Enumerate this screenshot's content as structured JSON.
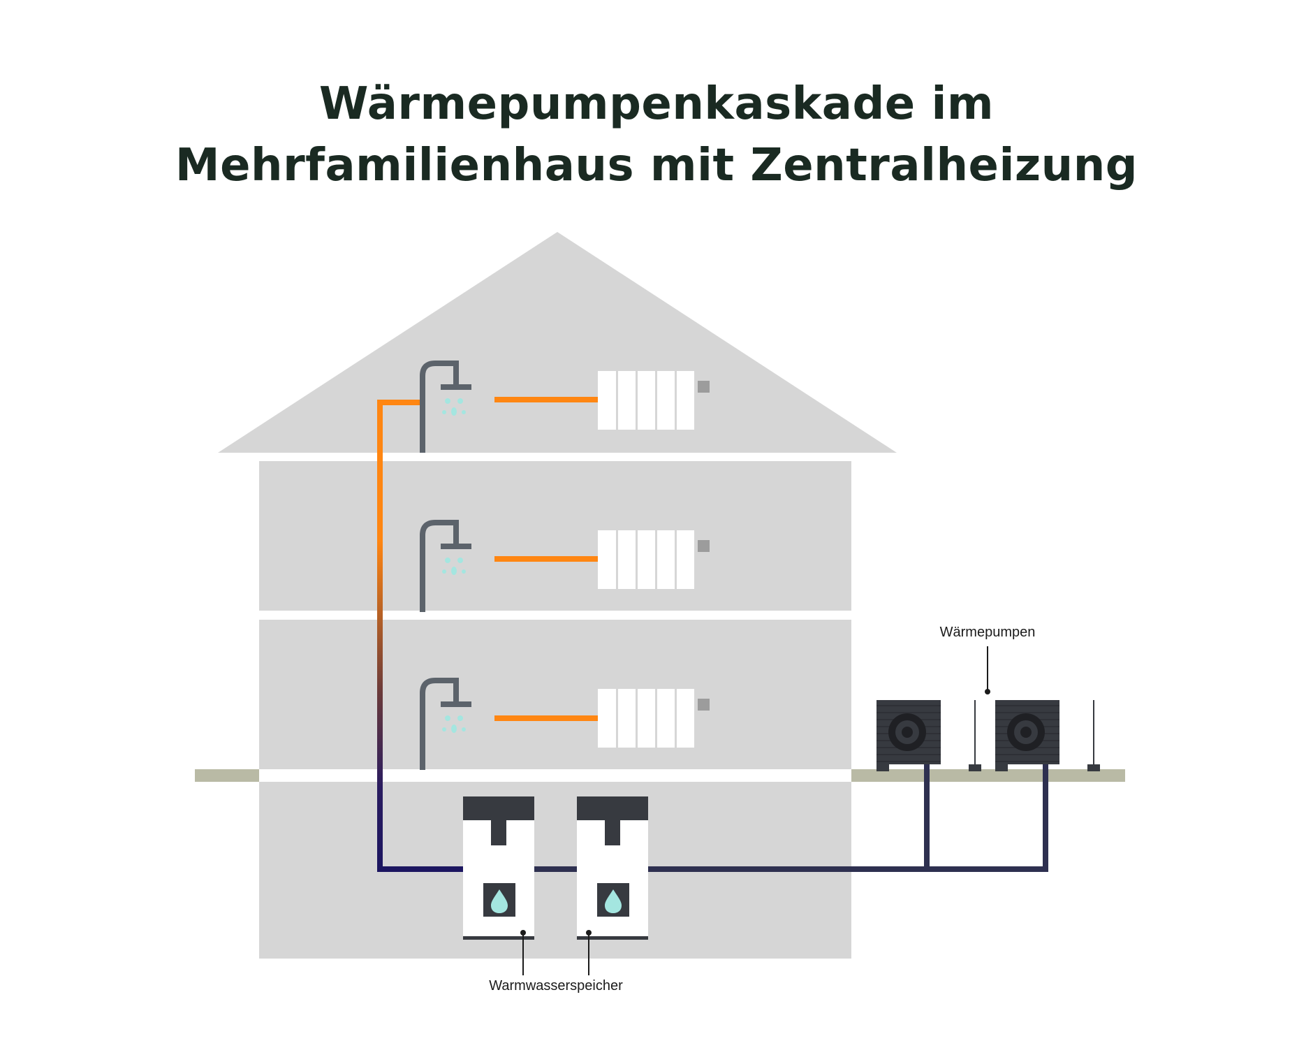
{
  "title": {
    "line1": "Wärmepumpenkaskade im",
    "line2": "Mehrfamilienhaus mit Zentralheizung"
  },
  "labels": {
    "heat_pumps": "Wärmepumpen",
    "storage": "Warmwasserspeicher"
  },
  "colors": {
    "house": "#d6d6d6",
    "hot_pipe": "#ff8612",
    "return_pipe": "#2e3050",
    "cold_pipe": "#1b1560",
    "ground": "#b9baa5",
    "unit_dark": "#373a40",
    "drop": "#a4e6e0",
    "shower": "#5c636b"
  },
  "icons": [
    "shower-icon",
    "radiator-icon",
    "water-drop-icon",
    "fan-icon"
  ]
}
